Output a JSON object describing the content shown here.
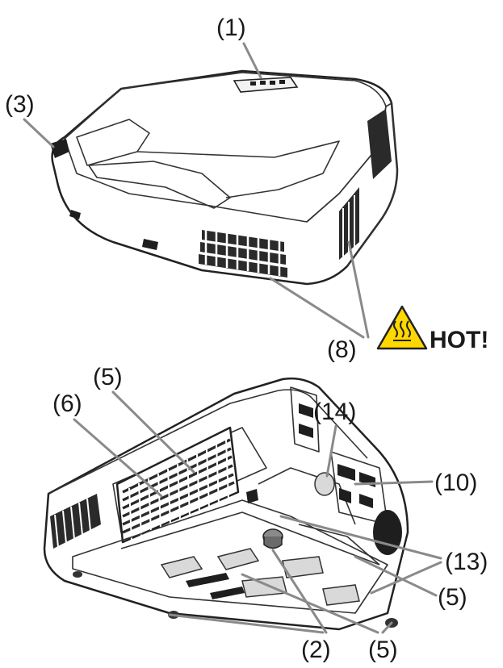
{
  "labels": {
    "l1": "(1)",
    "l3": "(3)",
    "l8": "(8)",
    "hot": "HOT!",
    "l5a": "(5)",
    "l6": "(6)",
    "l14": "(14)",
    "l10": "(10)",
    "l13": "(13)",
    "l5b": "(5)",
    "l2": "(2)",
    "l5c": "(5)"
  },
  "icons": {
    "warning": "hot-surface-warning-icon"
  },
  "colors": {
    "warning_fill": "#ffd800",
    "leader": "#8a8a8a"
  }
}
